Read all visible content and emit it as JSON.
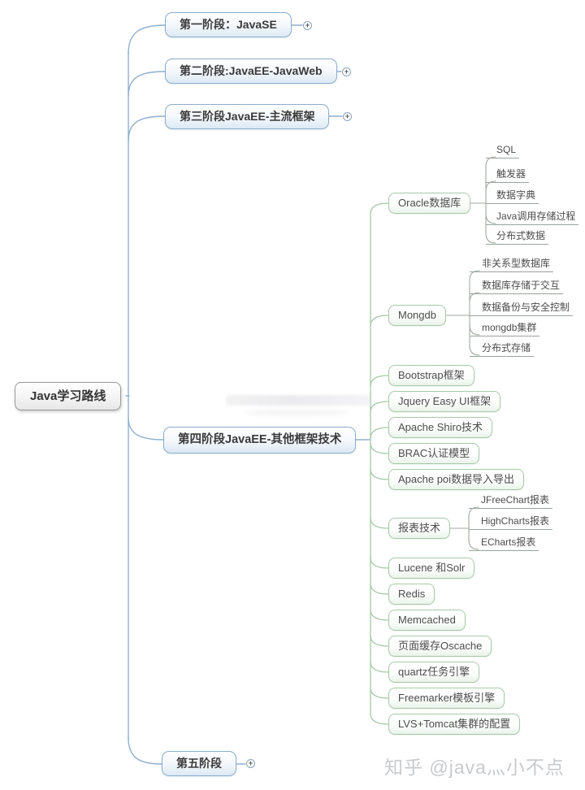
{
  "root": {
    "label": "Java学习路线"
  },
  "stages": [
    {
      "label": "第一阶段：JavaSE",
      "has_expand": true
    },
    {
      "label": "第二阶段:JavaEE-JavaWeb",
      "has_expand": true
    },
    {
      "label": "第三阶段JavaEE-主流框架",
      "has_expand": true
    },
    {
      "label": "第四阶段JavaEE-其他框架技术",
      "has_expand": false
    },
    {
      "label": "第五阶段",
      "has_expand": true
    }
  ],
  "expand_icon": {
    "glyph": "+"
  },
  "stage4_children": [
    {
      "label": "Oracle数据库",
      "children": [
        "SQL",
        "触发器",
        "数据字典",
        "Java调用存储过程",
        "分布式数据"
      ]
    },
    {
      "label": "Mongdb",
      "children": [
        "非关系型数据库",
        "数据库存储于交互",
        "数据备份与安全控制",
        "mongdb集群",
        "分布式存储"
      ]
    },
    {
      "label": "Bootstrap框架"
    },
    {
      "label": "Jquery Easy UI框架"
    },
    {
      "label": "Apache Shiro技术"
    },
    {
      "label": "BRAC认证模型"
    },
    {
      "label": "Apache poi数据导入导出"
    },
    {
      "label": "报表技术",
      "children": [
        "JFreeChart报表",
        "HighCharts报表",
        "ECharts报表"
      ]
    },
    {
      "label": "Lucene 和Solr"
    },
    {
      "label": "Redis"
    },
    {
      "label": "Memcached"
    },
    {
      "label": "页面缓存Oscache"
    },
    {
      "label": "quartz任务引擎"
    },
    {
      "label": "Freemarker模板引擎"
    },
    {
      "label": "LVS+Tomcat集群的配置"
    }
  ],
  "watermark": {
    "bottom_right": "知乎 @java灬小不点"
  },
  "colors": {
    "branch_blue": "#8fafce",
    "branch_green": "#a6c9a8",
    "leaf_gray": "#9fa8a0",
    "stage_fill_bottom": "#dce9f4",
    "green_fill_bottom": "#eaf3ea",
    "watermark_gray": "#c8cacd"
  }
}
